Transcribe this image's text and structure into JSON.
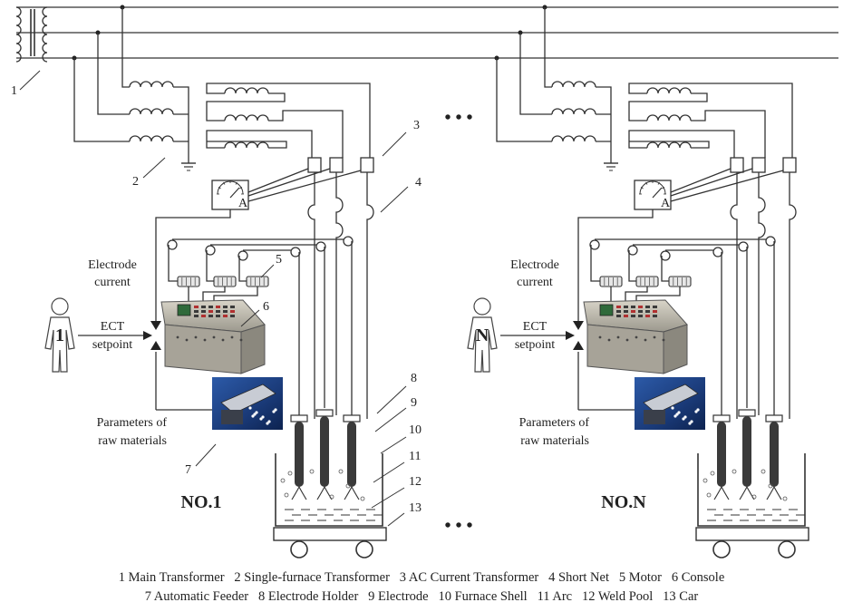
{
  "units": [
    {
      "id": "1",
      "person_label": "1",
      "label": "NO.1",
      "electrode_current": [
        "Electrode",
        "current"
      ],
      "ect_setpoint": [
        "ECT",
        "setpoint"
      ],
      "raw_materials": [
        "Parameters of",
        "raw materials"
      ]
    },
    {
      "id": "N",
      "person_label": "N",
      "label": "NO.N",
      "electrode_current": [
        "Electrode",
        "current"
      ],
      "ect_setpoint": [
        "ECT",
        "setpoint"
      ],
      "raw_materials": [
        "Parameters of",
        "raw materials"
      ]
    }
  ],
  "callouts": [
    "1",
    "2",
    "3",
    "4",
    "5",
    "6",
    "7",
    "8",
    "9",
    "10",
    "11",
    "12",
    "13"
  ],
  "ammeter_letter": "A",
  "ellipsis": "• • •",
  "legend": {
    "line1": "1 Main Transformer   2 Single-furnace Transformer   3 AC Current Transformer   4 Short Net   5 Motor   6 Console",
    "line2": "7 Automatic Feeder   8 Electrode Holder   9 Electrode   10 Furnace Shell   11 Arc   12 Weld Pool   13 Car"
  }
}
